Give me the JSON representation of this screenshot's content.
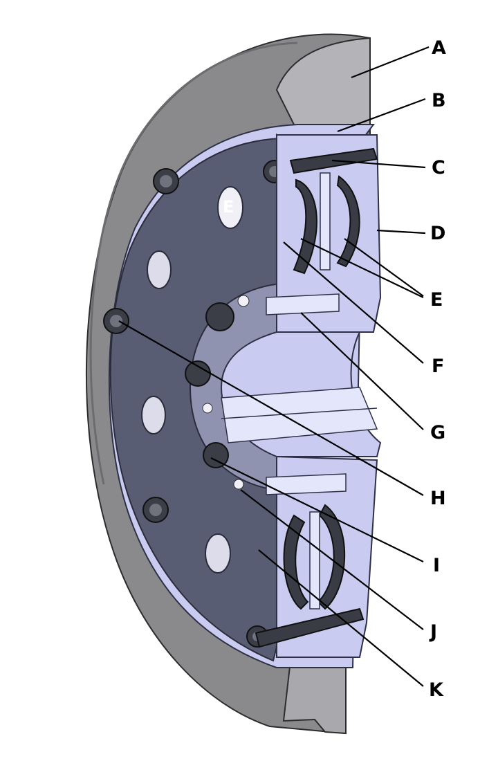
{
  "callouts": [
    {
      "id": "A",
      "label": "A"
    },
    {
      "id": "B",
      "label": "B"
    },
    {
      "id": "C",
      "label": "C"
    },
    {
      "id": "D",
      "label": "D"
    },
    {
      "id": "E",
      "label": "E"
    },
    {
      "id": "F",
      "label": "F"
    },
    {
      "id": "G",
      "label": "G"
    },
    {
      "id": "H",
      "label": "H"
    },
    {
      "id": "I",
      "label": "I"
    },
    {
      "id": "J",
      "label": "J"
    },
    {
      "id": "K",
      "label": "K"
    }
  ],
  "inner_labels": {
    "disc_label": "E"
  },
  "colors": {
    "outer_rim": "#8a8a8c",
    "rim_dark": "#5f6064",
    "section_cut": "#c9ccf0",
    "disc_face": "#595d74",
    "disc_edge": "#b9bee4",
    "rubber": "#3a3c45",
    "bolt": "#3b3d47",
    "line": "#000000"
  }
}
